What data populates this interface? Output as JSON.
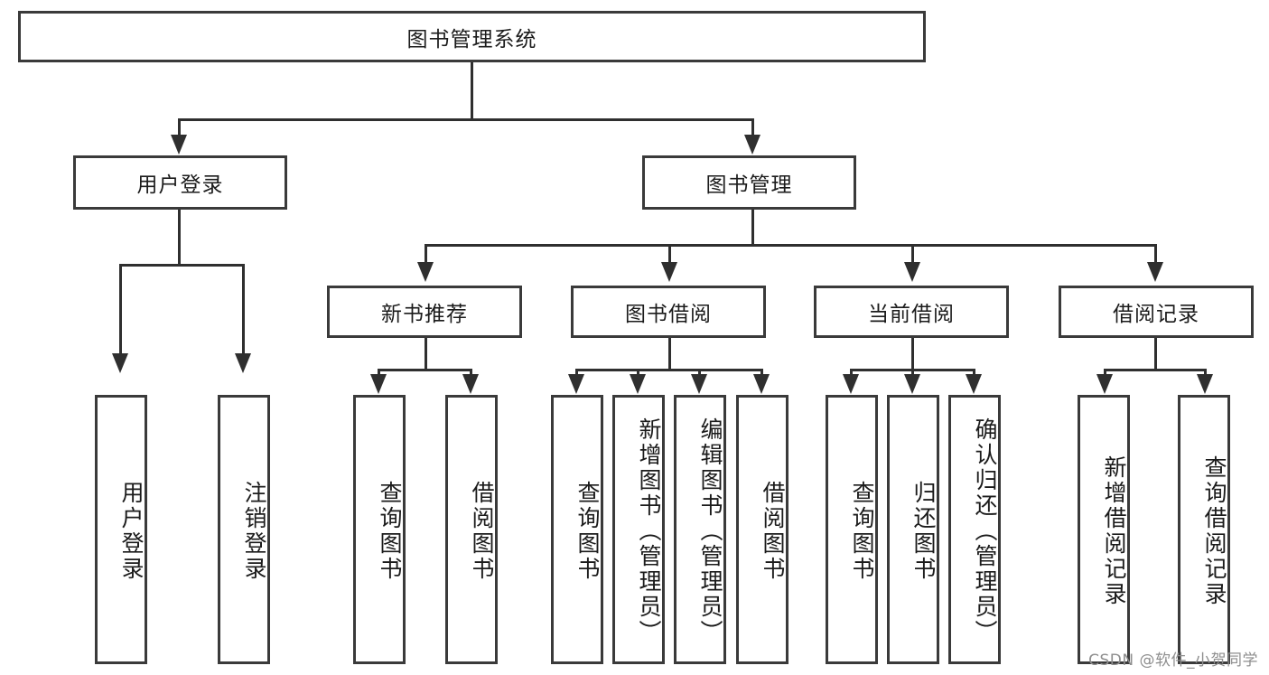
{
  "diagram": {
    "type": "tree-hierarchy",
    "title": "图书管理系统",
    "root": {
      "label": "图书管理系统"
    },
    "level1": [
      {
        "id": "user-login",
        "label": "用户登录"
      },
      {
        "id": "book-management",
        "label": "图书管理"
      }
    ],
    "level2": [
      {
        "id": "new-book-recommend",
        "label": "新书推荐",
        "parent": "book-management"
      },
      {
        "id": "book-borrow",
        "label": "图书借阅",
        "parent": "book-management"
      },
      {
        "id": "current-borrow",
        "label": "当前借阅",
        "parent": "book-management"
      },
      {
        "id": "borrow-record",
        "label": "借阅记录",
        "parent": "book-management"
      }
    ],
    "leaves": {
      "user-login": [
        {
          "id": "leaf-user-login",
          "label": "用户登录"
        },
        {
          "id": "leaf-logout",
          "label": "注销登录"
        }
      ],
      "new-book-recommend": [
        {
          "id": "leaf-query-book-1",
          "label": "查询图书"
        },
        {
          "id": "leaf-borrow-book-1",
          "label": "借阅图书"
        }
      ],
      "book-borrow": [
        {
          "id": "leaf-query-book-2",
          "label": "查询图书"
        },
        {
          "id": "leaf-add-book",
          "label": "新增图书（管理员）"
        },
        {
          "id": "leaf-edit-book",
          "label": "编辑图书（管理员）"
        },
        {
          "id": "leaf-borrow-book-2",
          "label": "借阅图书"
        }
      ],
      "current-borrow": [
        {
          "id": "leaf-query-book-3",
          "label": "查询图书"
        },
        {
          "id": "leaf-return-book",
          "label": "归还图书"
        },
        {
          "id": "leaf-confirm-return",
          "label": "确认归还（管理员）"
        }
      ],
      "borrow-record": [
        {
          "id": "leaf-add-record",
          "label": "新增借阅记录"
        },
        {
          "id": "leaf-query-record",
          "label": "查询借阅记录"
        }
      ]
    }
  },
  "watermark": {
    "text": "CSDN @软件_小贺同学"
  },
  "colors": {
    "box_border": "#3a3a3a",
    "connector": "#2f2f2f",
    "text": "#1b1b1b",
    "background": "#ffffff",
    "watermark": "#8e8e8e"
  }
}
